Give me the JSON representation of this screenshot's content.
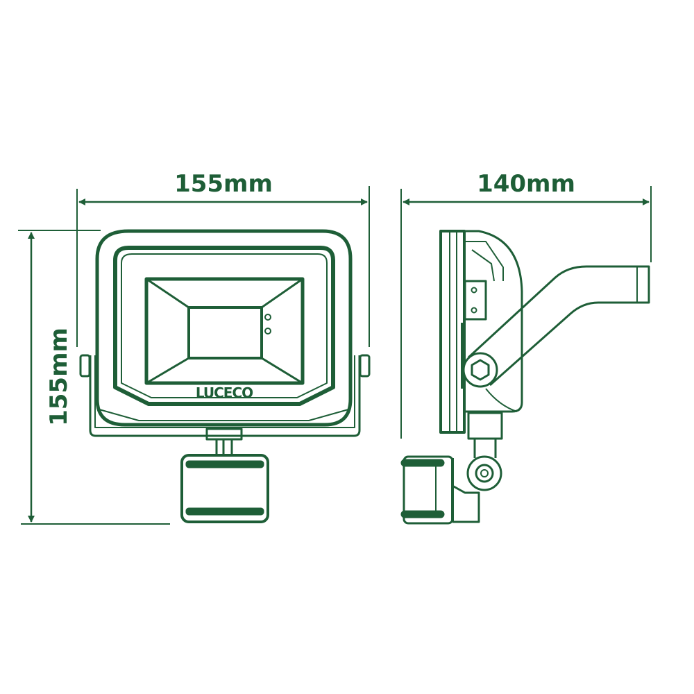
{
  "diagram": {
    "subject": "LED floodlight with PIR sensor — dimension drawing",
    "colors": {
      "line": "#1e5e37",
      "background": "#ffffff"
    },
    "front_view": {
      "brand_label": "LUCECO",
      "width_label": "155mm",
      "height_label": "155mm"
    },
    "side_view": {
      "depth_label": "140mm"
    }
  }
}
